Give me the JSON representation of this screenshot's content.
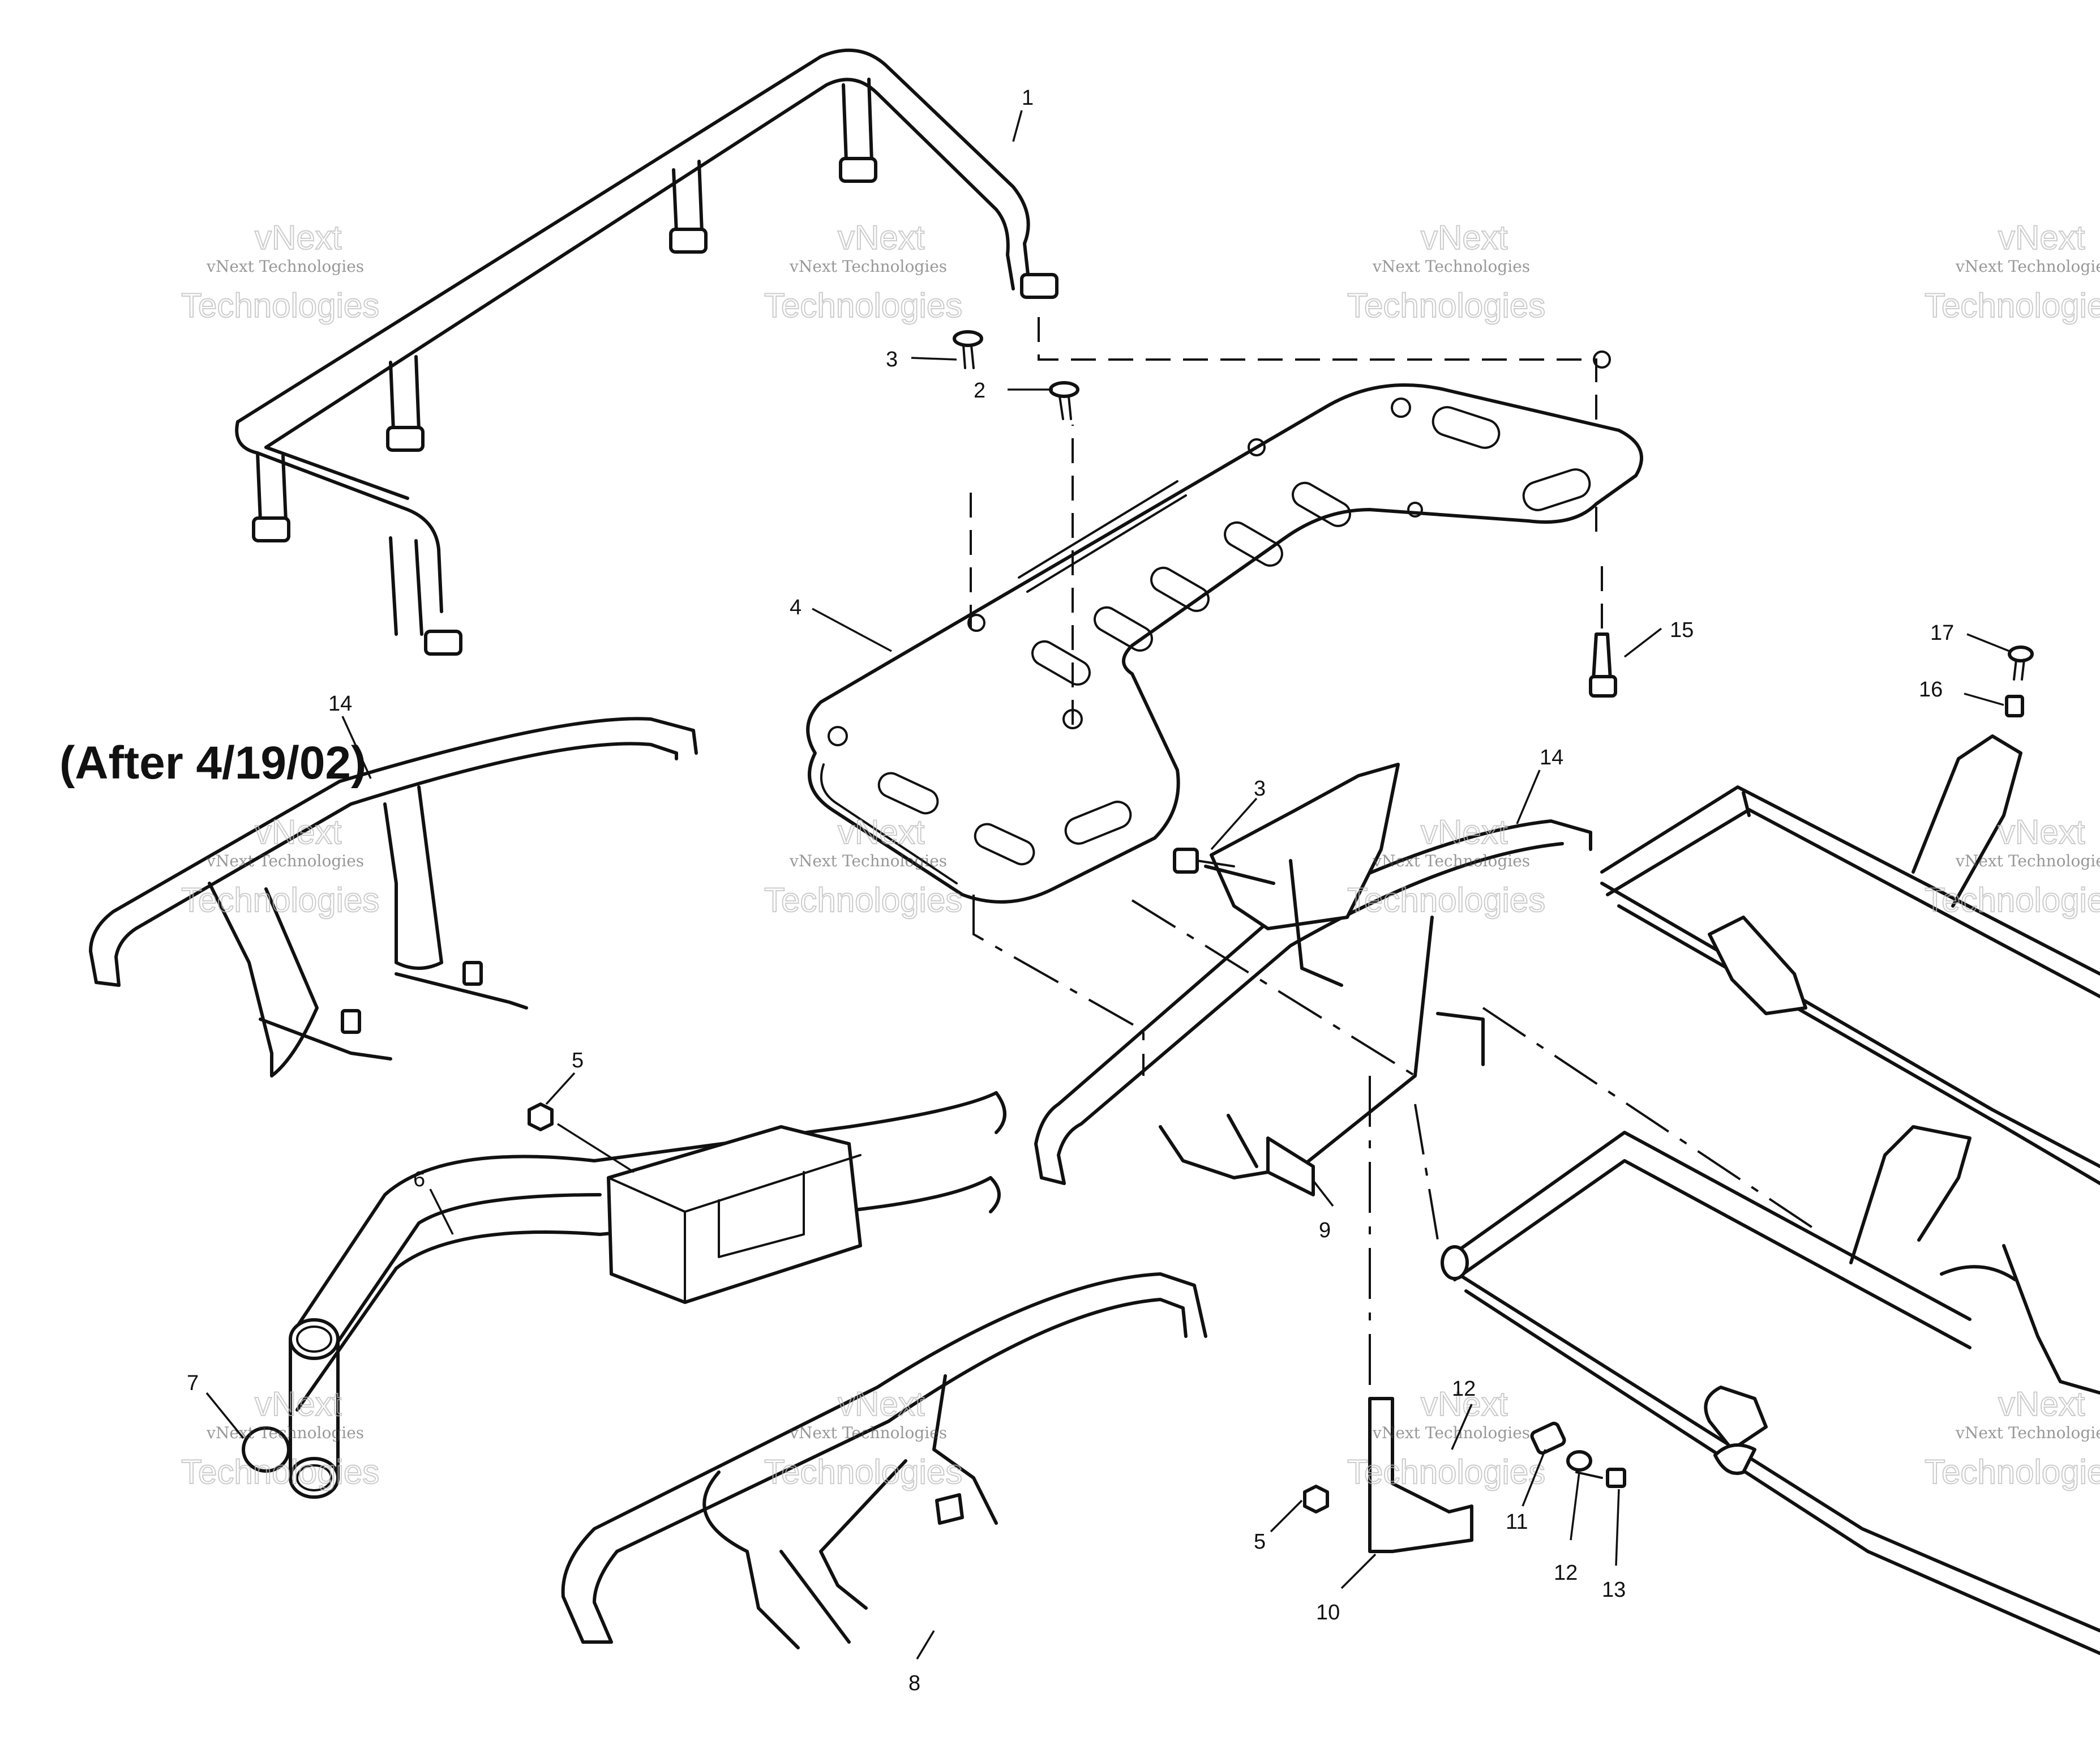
{
  "note": "(After 4/19/02)",
  "watermark": {
    "line1": "vNext Technologies",
    "line2": "Technologies",
    "line3": "vNext"
  },
  "callouts": {
    "c1": "1",
    "c2": "2",
    "c3a": "3",
    "c3b": "3",
    "c4": "4",
    "c5a": "5",
    "c5b": "5",
    "c6": "6",
    "c7": "7",
    "c8": "8",
    "c9": "9",
    "c10": "10",
    "c11": "11",
    "c12a": "12",
    "c12b": "12",
    "c13": "13",
    "c14a": "14",
    "c14b": "14",
    "c15": "15",
    "c16": "16",
    "c17": "17"
  }
}
